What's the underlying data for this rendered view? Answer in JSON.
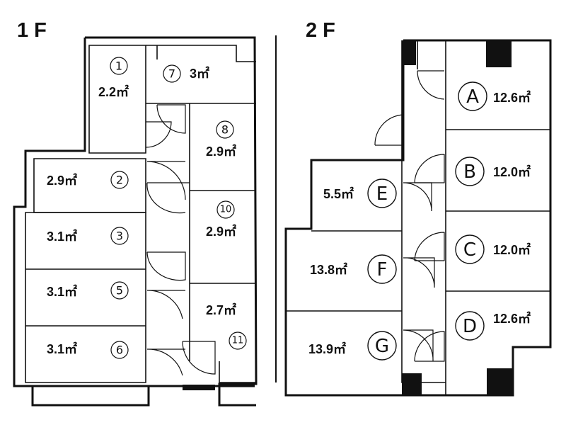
{
  "floors": [
    {
      "label": "1 F"
    },
    {
      "label": "2 F"
    }
  ],
  "rooms_1f": [
    {
      "id": "1",
      "symbol": "①",
      "area": "2.2㎡"
    },
    {
      "id": "7",
      "symbol": "⑦",
      "area": "3㎡"
    },
    {
      "id": "8",
      "symbol": "⑧",
      "area": "2.9㎡"
    },
    {
      "id": "2",
      "symbol": "②",
      "area": "2.9㎡"
    },
    {
      "id": "10",
      "symbol": "⑩",
      "area": "2.9㎡"
    },
    {
      "id": "3",
      "symbol": "③",
      "area": "3.1㎡"
    },
    {
      "id": "5",
      "symbol": "⑤",
      "area": "3.1㎡"
    },
    {
      "id": "11",
      "symbol": "⑪",
      "area": "2.7㎡"
    },
    {
      "id": "6",
      "symbol": "⑥",
      "area": "3.1㎡"
    }
  ],
  "rooms_2f": [
    {
      "id": "A",
      "symbol": "A",
      "area": "12.6㎡"
    },
    {
      "id": "B",
      "symbol": "B",
      "area": "12.0㎡"
    },
    {
      "id": "E",
      "symbol": "E",
      "area": "5.5㎡"
    },
    {
      "id": "C",
      "symbol": "C",
      "area": "12.0㎡"
    },
    {
      "id": "F",
      "symbol": "F",
      "area": "13.8㎡"
    },
    {
      "id": "D",
      "symbol": "D",
      "area": "12.6㎡"
    },
    {
      "id": "G",
      "symbol": "G",
      "area": "13.9㎡"
    }
  ]
}
